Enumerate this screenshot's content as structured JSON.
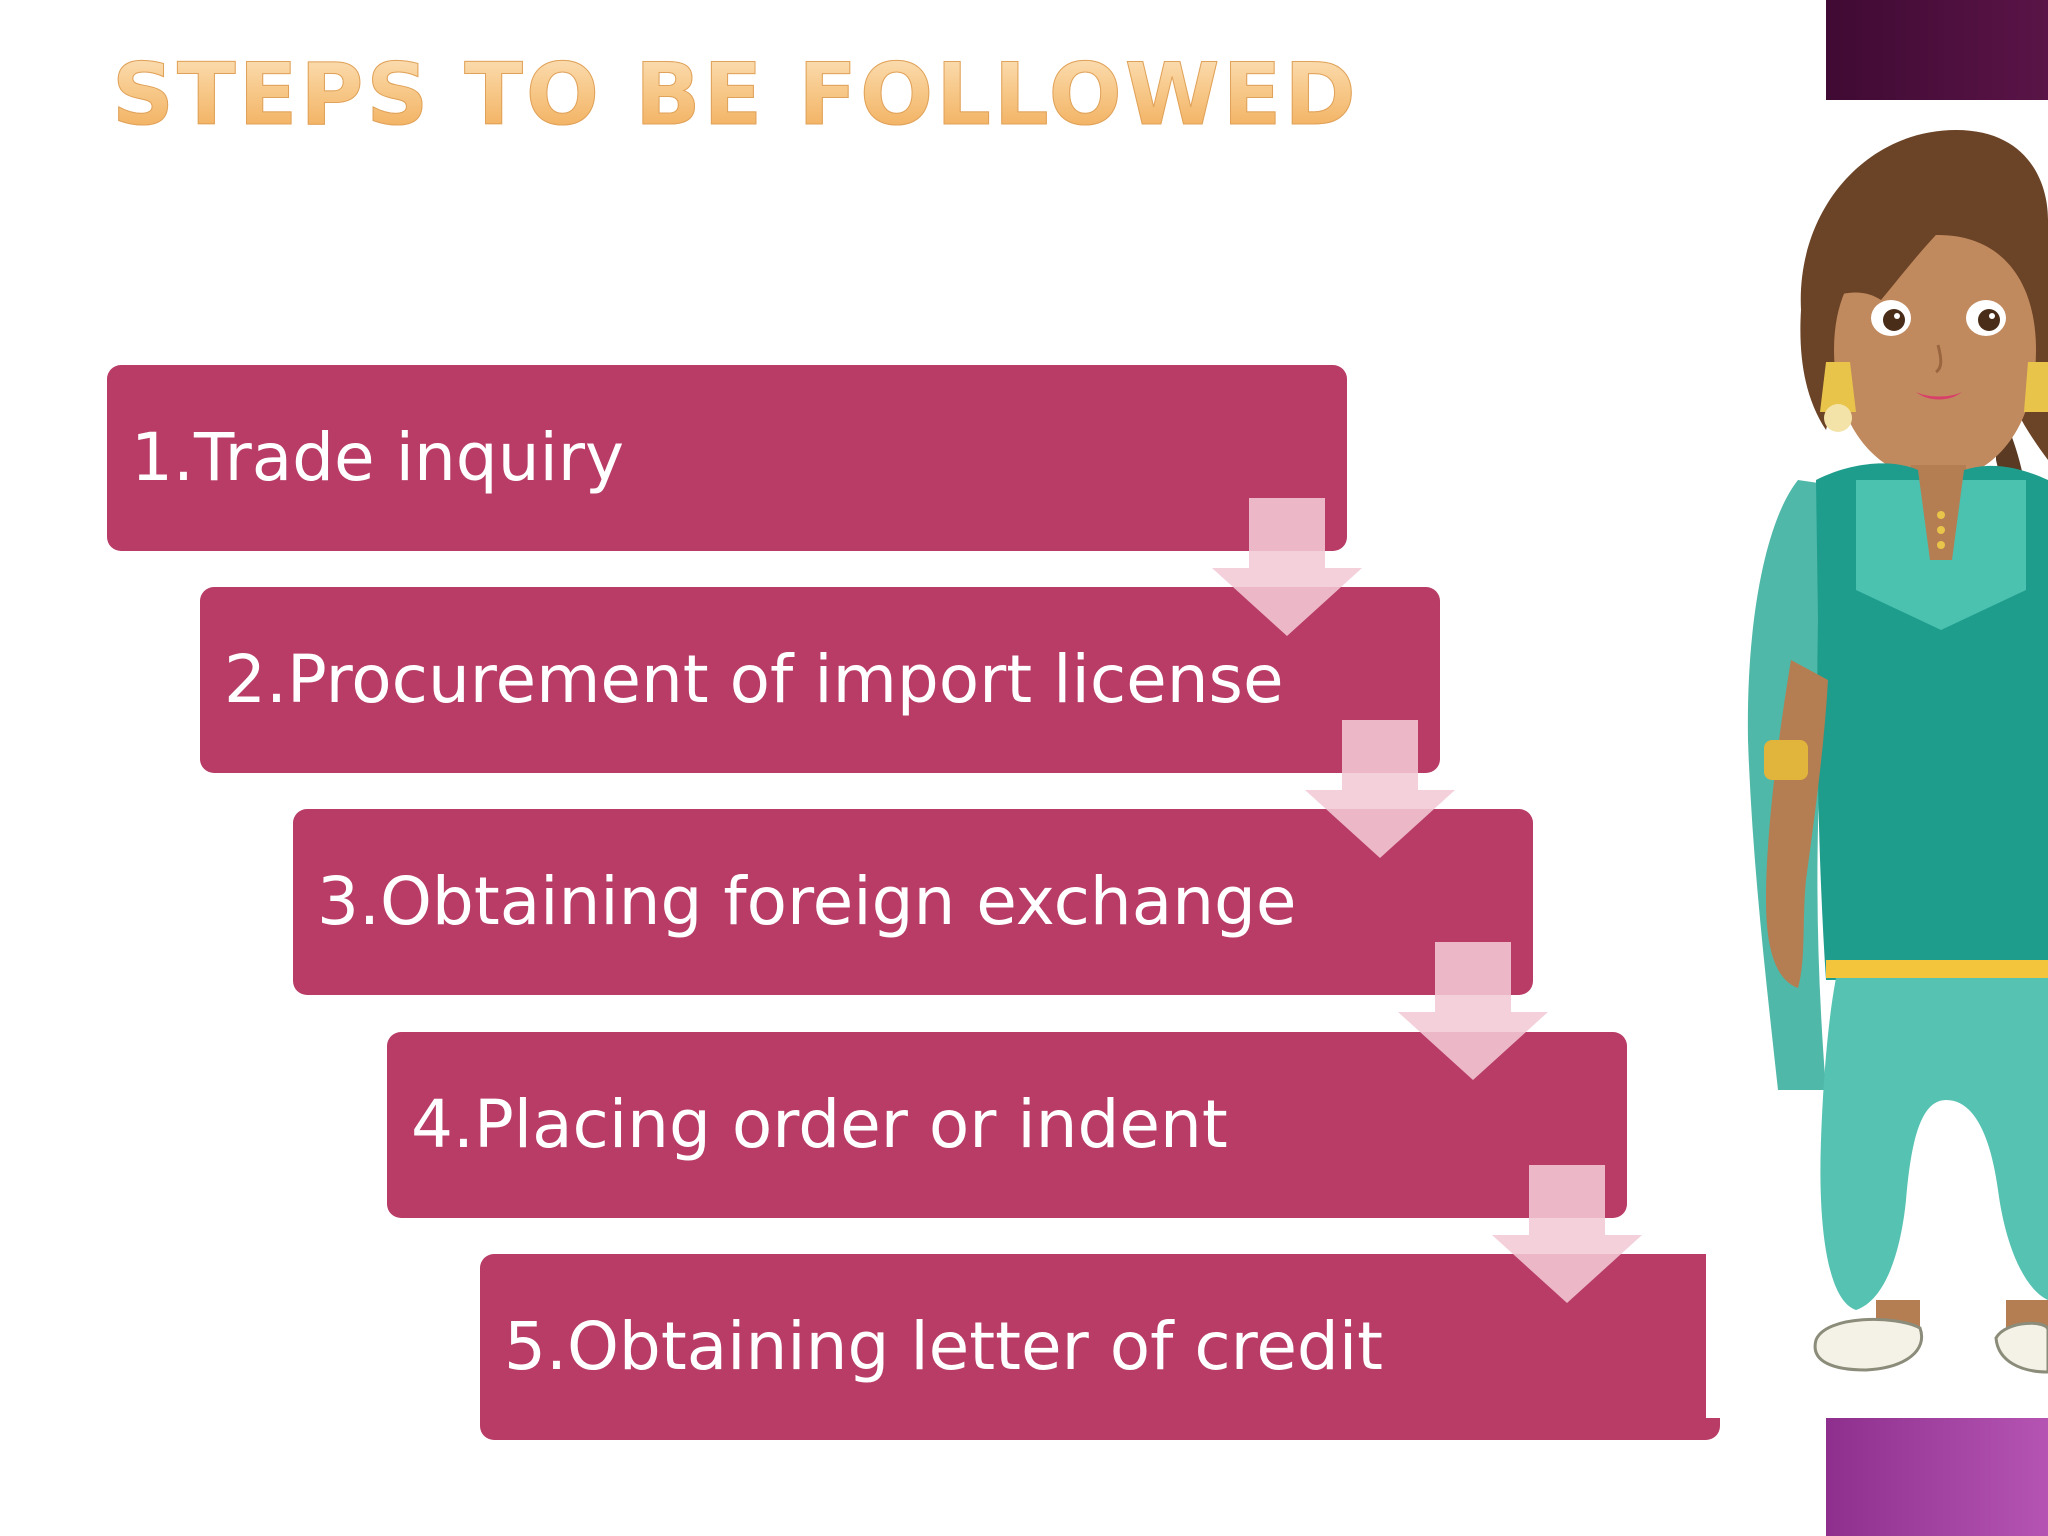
{
  "slide": {
    "title": "STEPS TO BE FOLLOWED",
    "steps": [
      {
        "label": "1.Trade inquiry"
      },
      {
        "label": "2.Procurement of import license"
      },
      {
        "label": "3.Obtaining foreign exchange"
      },
      {
        "label": "4.Placing order or indent"
      },
      {
        "label": "5.Obtaining letter of credit"
      }
    ],
    "colors": {
      "box": "#b83c66",
      "arrow": "#f2c9d6",
      "title_gradient_light": "#fde7c6",
      "title_gradient_dark": "#f0a64e",
      "accent_top": "#4a0e3c",
      "accent_bottom": "#a446a3"
    },
    "illustration": "cartoon-woman-in-teal-salwar-kameez"
  }
}
